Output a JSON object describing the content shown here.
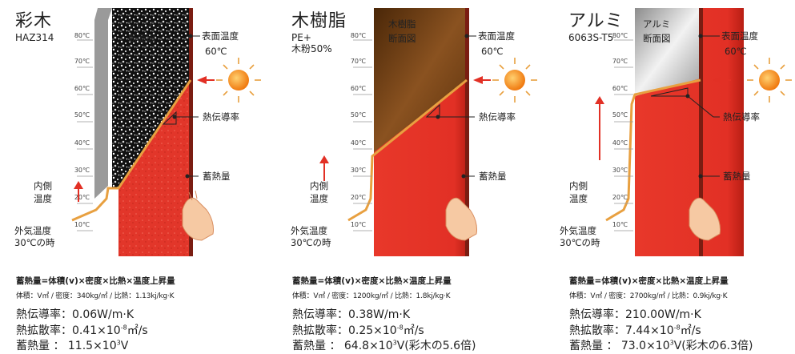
{
  "formula_label": "蓄熱量=体積(v)×密度×比熱×温度上昇量",
  "ticks": [
    "80℃",
    "70℃",
    "60℃",
    "50℃",
    "40℃",
    "30℃",
    "20℃",
    "10℃"
  ],
  "labels": {
    "surface_temp": "表面温度",
    "surface_temp_value": "60℃",
    "conductivity": "熱伝導率",
    "heat_storage": "蓄熱量",
    "inner_temp_1": "内側",
    "inner_temp_2": "温度",
    "outer_temp_1": "外気温度",
    "outer_temp_2": "30℃の時"
  },
  "panels": [
    {
      "title": "彩木",
      "code": "HAZ314",
      "section_1": "ウレタン",
      "section_2": "断面図",
      "props": "体積：V㎥ / 密度：340kg/㎥ / 比熱：1.13kj/kg·K",
      "conductivity": "熱伝導率：0.06W/m·K",
      "diffusivity_pre": "熱拡散率：0.41×10",
      "diffusivity_exp": "-8",
      "diffusivity_post": "㎡/s",
      "storage_pre": "蓄熱量 ： 11.5×10",
      "storage_exp": "3",
      "storage_post": "V",
      "colors": {
        "section": "#1a1a1a",
        "accent": "#e8a040"
      }
    },
    {
      "title": "木樹脂",
      "code": "PE+\n木粉50%",
      "section_1": "木樹脂",
      "section_2": "断面図",
      "props": "体積：V㎥ / 密度：1200kg/㎥ / 比熱：1.8kj/kg·K",
      "conductivity": "熱伝導率：0.38W/m·K",
      "diffusivity_pre": "熱拡散率：0.25×10",
      "diffusivity_exp": "-8",
      "diffusivity_post": "㎡/s",
      "storage_pre": "蓄熱量 ： 64.8×10",
      "storage_exp": "3",
      "storage_post": "V(彩木の5.6倍)",
      "colors": {
        "section": "#6b3a12",
        "accent": "#e8a040"
      }
    },
    {
      "title": "アルミ",
      "code": "6063S-T5",
      "section_1": "アルミ",
      "section_2": "断面図",
      "props": "体積：V㎥ / 密度：2700kg/㎥ / 比熱：0.9kj/kg·K",
      "conductivity": "熱伝導率：210.00W/m·K",
      "diffusivity_pre": "熱拡散率：7.44×10",
      "diffusivity_exp": "-8",
      "diffusivity_post": "㎡/s",
      "storage_pre": "蓄熱量 ： 73.0×10",
      "storage_exp": "3",
      "storage_post": "V(彩木の6.3倍)",
      "colors": {
        "section": "#bdbdbd",
        "accent": "#e8a040"
      }
    }
  ]
}
